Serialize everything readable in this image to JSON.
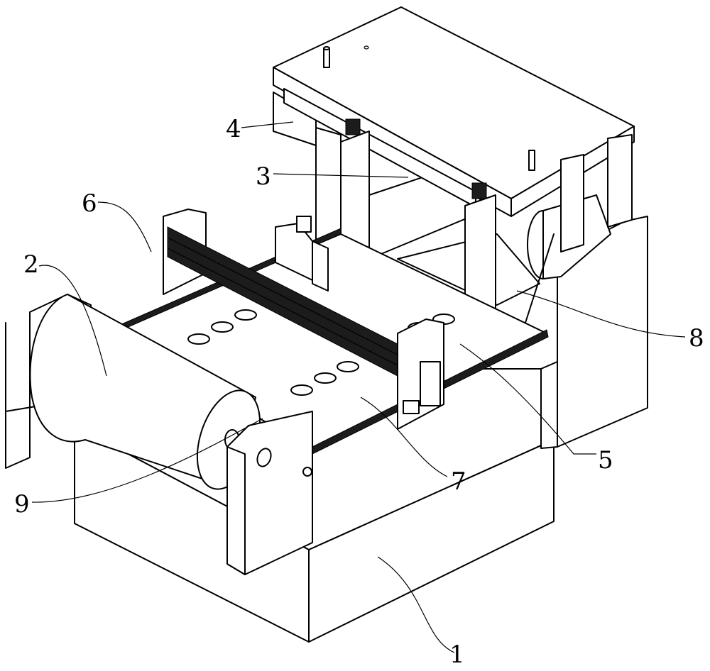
{
  "figure": {
    "labels": [
      {
        "id": "1",
        "text": "1"
      },
      {
        "id": "2",
        "text": "2"
      },
      {
        "id": "3",
        "text": "3"
      },
      {
        "id": "4",
        "text": "4"
      },
      {
        "id": "5",
        "text": "5"
      },
      {
        "id": "6",
        "text": "6"
      },
      {
        "id": "7",
        "text": "7"
      },
      {
        "id": "8",
        "text": "8"
      },
      {
        "id": "9",
        "text": "9"
      }
    ]
  }
}
